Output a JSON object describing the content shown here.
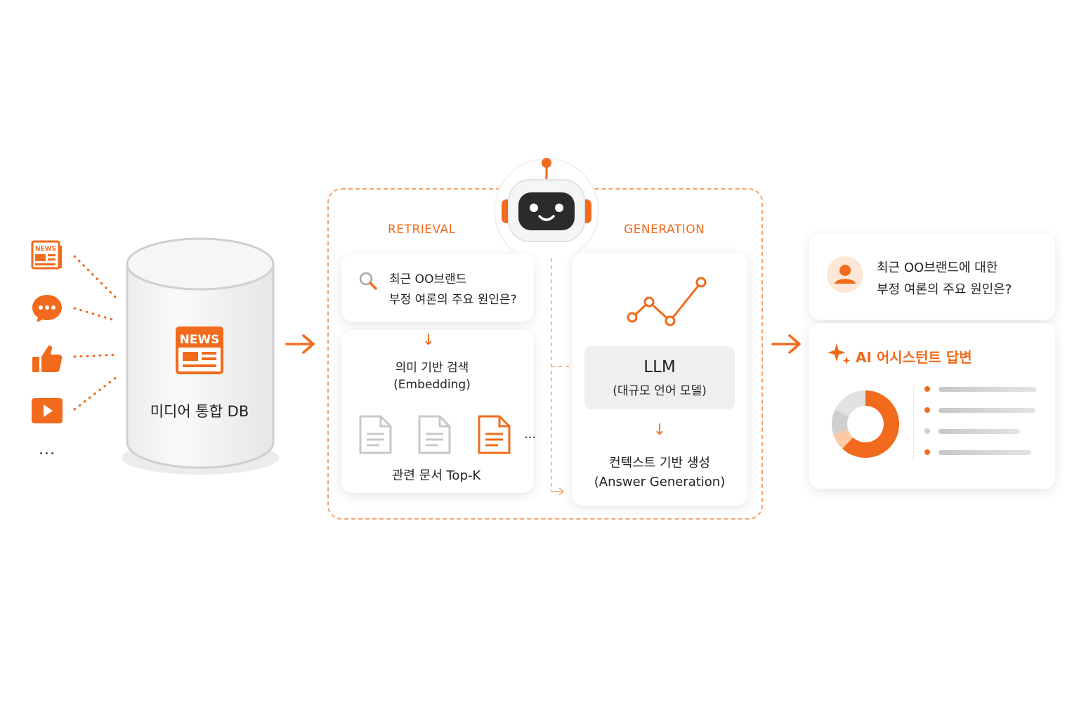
{
  "sources": {
    "items": [
      {
        "icon": "newspaper-icon",
        "label": "NEWS"
      },
      {
        "icon": "chat-bubble-icon"
      },
      {
        "icon": "thumbs-up-icon"
      },
      {
        "icon": "video-play-icon"
      }
    ],
    "more": "..."
  },
  "database": {
    "icon_label": "NEWS",
    "label": "미디어 통합 DB"
  },
  "rag": {
    "retrieval": {
      "title": "RETRIEVAL",
      "query_line1": "최근 OO브랜드",
      "query_line2": "부정 여론의 주요 원인은?",
      "arrow": "↓",
      "search_line1": "의미 기반 검색",
      "search_line2": "(Embedding)",
      "more": "...",
      "docs_label": "관련 문서 Top-K"
    },
    "generation": {
      "title": "GENERATION",
      "llm_title": "LLM",
      "llm_sub": "(대규모 언어 모델)",
      "arrow": "↓",
      "gen_line1": "컨텍스트 기반 생성",
      "gen_line2": "(Answer Generation)"
    }
  },
  "output": {
    "question_line1": "최근 OO브랜드에 대한",
    "question_line2": "부정 여론의 주요 원인은?",
    "answer_title": "AI 어시스턴트 답변",
    "donut_shares": [
      0.62,
      0.08,
      0.12,
      0.18
    ]
  },
  "colors": {
    "accent": "#f26a1b",
    "accent_light": "#f7a36b",
    "accent_pale": "#fbc9a3",
    "gray": "#cfcfcf",
    "gray_light": "#e2e2e2"
  }
}
